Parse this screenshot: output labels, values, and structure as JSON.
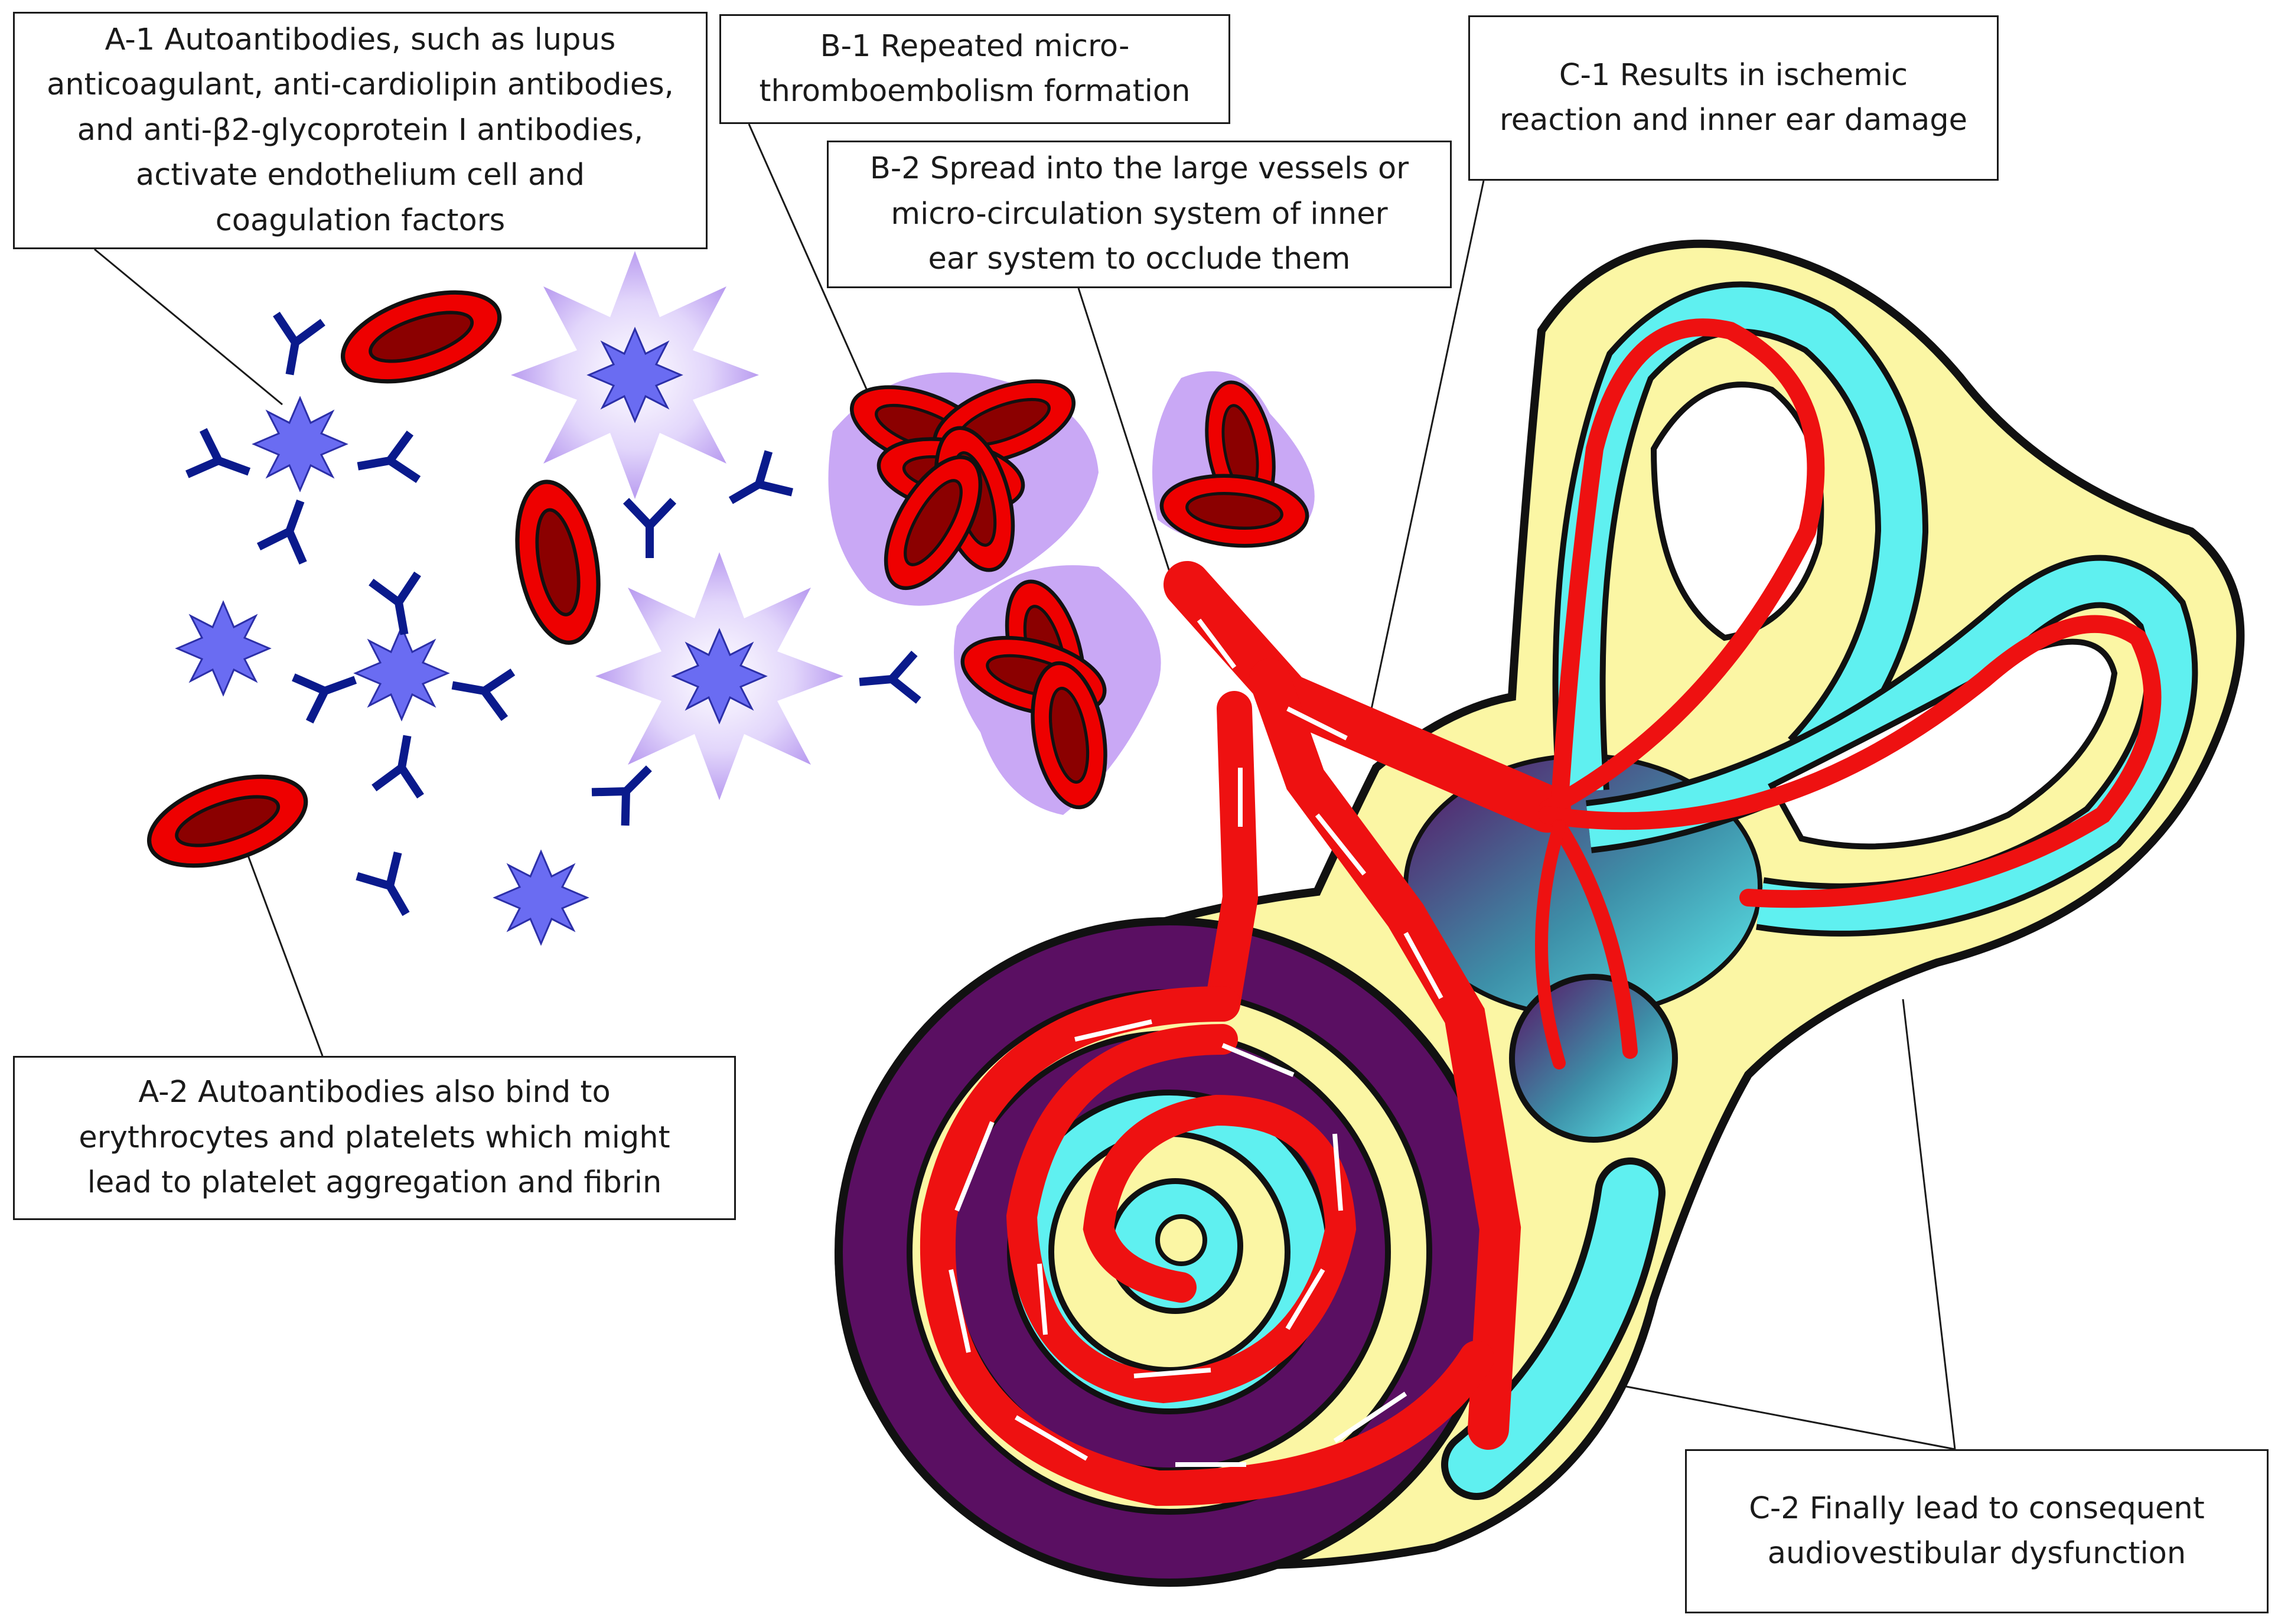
{
  "callouts": {
    "a1": {
      "label": "A-1 Autoantibodies, such as lupus anticoagulant, anti-cardiolipin antibodies, and anti-β2-glycoprotein I antibodies, activate endothelium cell and coagulation factors",
      "lines": [
        "A-1 Autoantibodies, such as lupus",
        "anticoagulant, anti-cardiolipin antibodies,",
        "and anti-β2-glycoprotein I antibodies,",
        "activate endothelium cell and",
        "coagulation factors"
      ]
    },
    "a2": {
      "label": "A-2 Autoantibodies also bind to erythrocytes and platelets which might lead to platelet aggregation and fibrin",
      "lines": [
        "A-2 Autoantibodies also bind to",
        "erythrocytes and platelets which might",
        "lead to platelet aggregation and fibrin"
      ]
    },
    "b1": {
      "label": "B-1 Repeated micro-thromboembolism formation",
      "lines": [
        "B-1 Repeated micro-",
        "thromboembolism formation"
      ]
    },
    "b2": {
      "label": "B-2 Spread into the large vessels or micro-circulation system of inner ear system to occlude them",
      "lines": [
        "B-2 Spread into the large vessels or",
        "micro-circulation system of inner",
        "ear system to occlude them"
      ]
    },
    "c1": {
      "label": "C-1 Results in ischemic reaction and inner ear damage",
      "lines": [
        "C-1 Results in ischemic",
        "reaction and inner ear damage"
      ]
    },
    "c2": {
      "label": "C-2 Finally lead to consequent audiovestibular dysfunction",
      "lines": [
        "C-2 Finally lead to consequent",
        "audiovestibular dysfunction"
      ]
    }
  },
  "colors": {
    "erythrocyte": "#ee0000",
    "erythrocyte_center": "#8b0000",
    "antibody": "#0a1a8c",
    "platelet": "#6a6cf2",
    "activated_platelet_glow": "#c9b3f5",
    "vessel": "#ee1111",
    "bone": "#fbf6a4",
    "endolymph": "#5ff0f0",
    "scala": "#5a0f62"
  },
  "icons": [
    "erythrocyte-icon",
    "antibody-icon",
    "platelet-icon",
    "activated-platelet-icon",
    "thrombus-icon",
    "inner-ear-icon"
  ]
}
